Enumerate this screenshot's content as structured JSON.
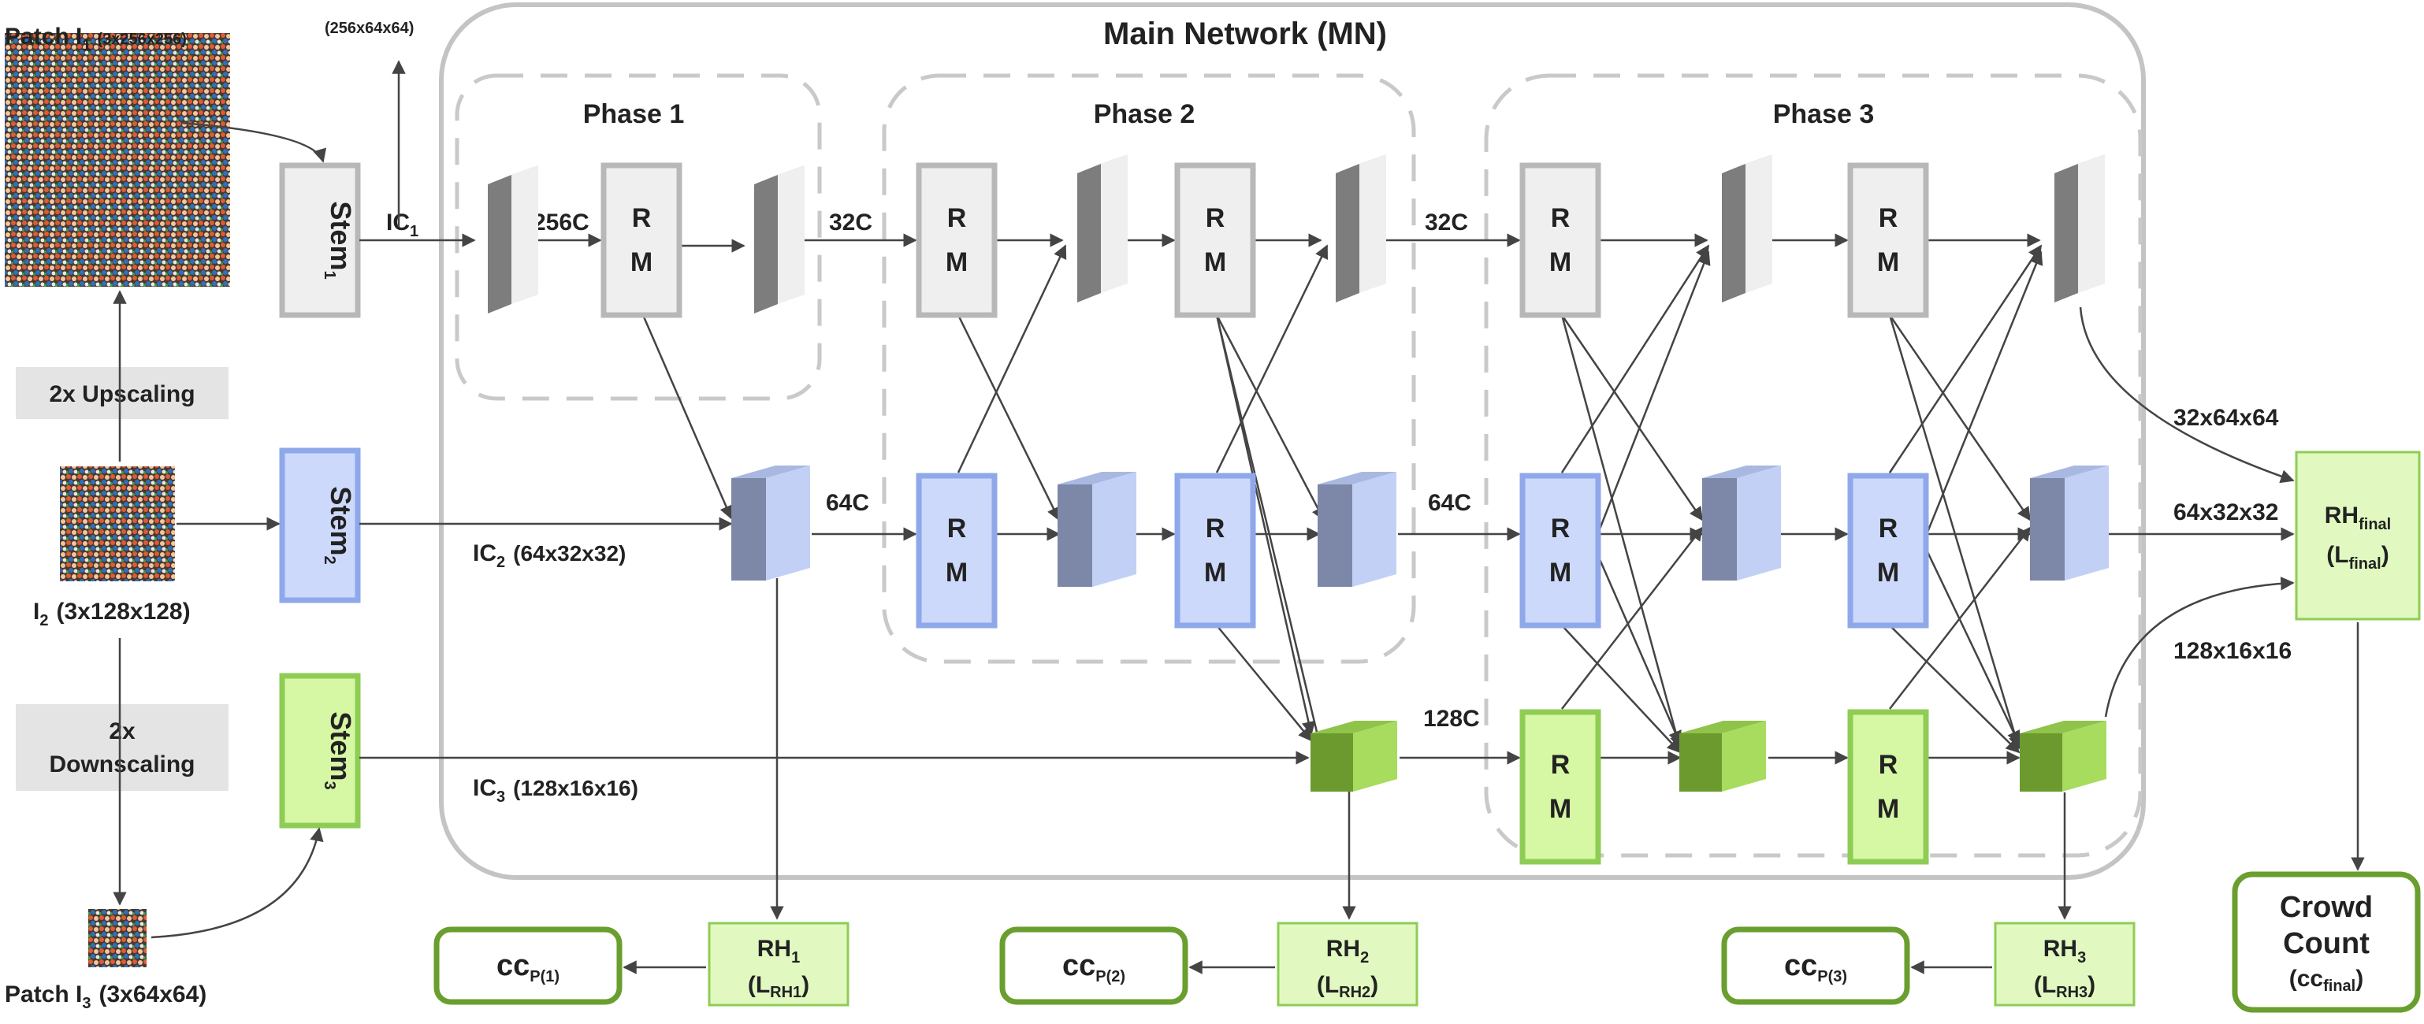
{
  "main_network": {
    "title": "Main Network (MN)"
  },
  "phases": [
    "Phase 1",
    "Phase 2",
    "Phase 3"
  ],
  "inputs": {
    "patch1": {
      "prefix": "Patch I",
      "sub": "1",
      "dims": "(3x256x256)"
    },
    "out_dims": "(256x64x64)",
    "upscaling": "2x Upscaling",
    "i2": {
      "prefix": "I",
      "sub": "2",
      "dims": "(3x128x128)"
    },
    "downscaling_1": "2x",
    "downscaling_2": "Downscaling",
    "patch3": {
      "prefix": "Patch I",
      "sub": "3",
      "dims": "(3x64x64)"
    }
  },
  "stems": [
    {
      "name": "Stem",
      "sub": "1"
    },
    {
      "name": "Stem",
      "sub": "2"
    },
    {
      "name": "Stem",
      "sub": "3"
    }
  ],
  "ic_labels": [
    {
      "name": "IC",
      "sub": "1",
      "dims": ""
    },
    {
      "name": "IC",
      "sub": "2",
      "dims": "(64x32x32)"
    },
    {
      "name": "IC",
      "sub": "3",
      "dims": "(128x16x16)"
    }
  ],
  "rm": {
    "top": "R",
    "bottom": "M"
  },
  "channel_labels": [
    "256C",
    "32C",
    "64C",
    "32C",
    "64C",
    "128C"
  ],
  "heads": [
    {
      "name": "RH",
      "sub": "1",
      "loss": "L",
      "loss_sub": "RH1"
    },
    {
      "name": "RH",
      "sub": "2",
      "loss": "L",
      "loss_sub": "RH2"
    },
    {
      "name": "RH",
      "sub": "3",
      "loss": "L",
      "loss_sub": "RH3"
    }
  ],
  "final_head": {
    "name": "RH",
    "sub": "final",
    "loss": "L",
    "loss_sub": "final"
  },
  "cc_outputs": [
    {
      "name": "cc",
      "sub": "P(1)"
    },
    {
      "name": "cc",
      "sub": "P(2)"
    },
    {
      "name": "cc",
      "sub": "P(3)"
    }
  ],
  "crowd_count": {
    "line1": "Crowd",
    "line2": "Count",
    "line3": "(cc",
    "line3_sub": "final",
    "line3_end": ")"
  },
  "final_dims": [
    "32x64x64",
    "64x32x32",
    "128x16x16"
  ],
  "colors": {
    "gray_fill": "#efefef",
    "gray_stroke": "#b8b8b8",
    "blue_fill": "#ccd9fb",
    "blue_stroke": "#8ea8ea",
    "green_fill": "#d6f7a4",
    "green_stroke": "#8fcc55",
    "cc_stroke": "#6a9e2e",
    "arrow": "#444444"
  }
}
